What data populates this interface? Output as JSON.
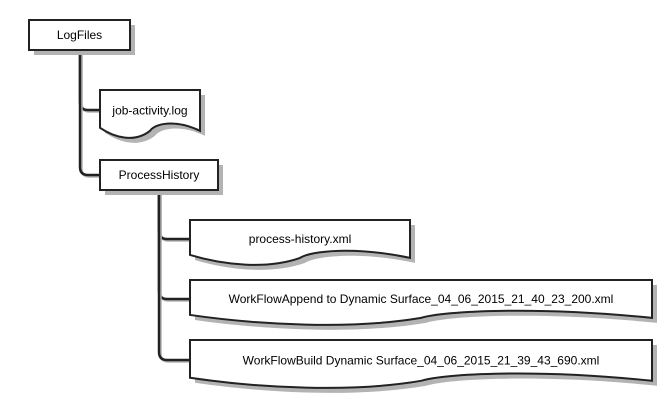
{
  "diagram": {
    "type": "tree",
    "nodes": [
      {
        "id": "logfiles",
        "label": "LogFiles",
        "kind": "folder"
      },
      {
        "id": "job-activity",
        "label": "job-activity.log",
        "kind": "document",
        "parent": "logfiles"
      },
      {
        "id": "processhistory",
        "label": "ProcessHistory",
        "kind": "folder",
        "parent": "logfiles"
      },
      {
        "id": "process-history-xml",
        "label": "process-history.xml",
        "kind": "document",
        "parent": "processhistory"
      },
      {
        "id": "workflow-append",
        "label": "WorkFlowAppend to Dynamic Surface_04_06_2015_21_40_23_200.xml",
        "kind": "document",
        "parent": "processhistory"
      },
      {
        "id": "workflow-build",
        "label": "WorkFlowBuild Dynamic Surface_04_06_2015_21_39_43_690.xml",
        "kind": "document",
        "parent": "processhistory"
      }
    ],
    "colors": {
      "stroke": "#222222",
      "fill": "#ffffff",
      "shadow": "#b3b3b3"
    }
  }
}
